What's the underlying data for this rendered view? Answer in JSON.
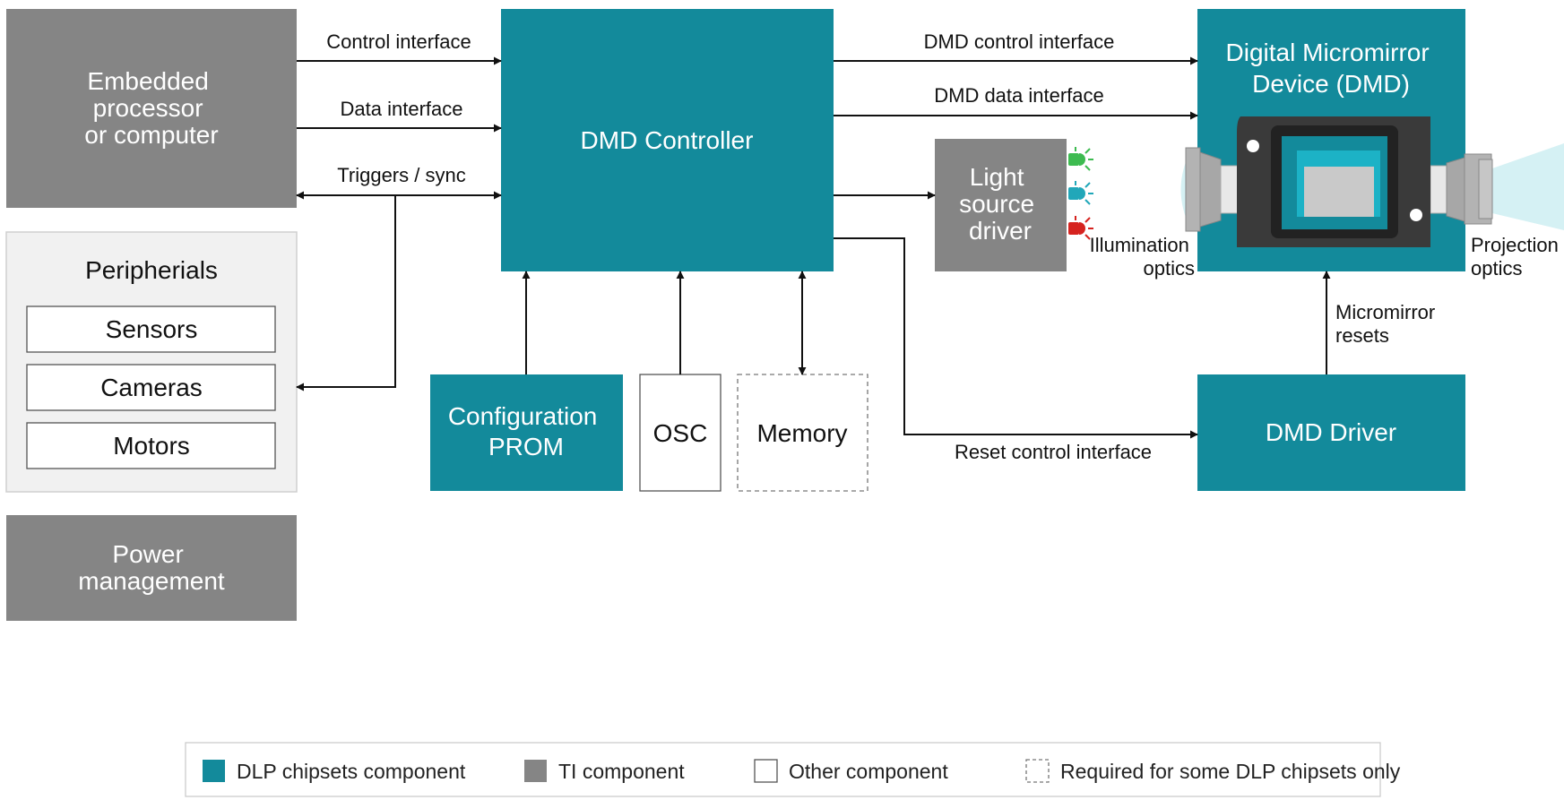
{
  "colors": {
    "dlp": "#138a9b",
    "ti": "#858585",
    "peripheral_bg": "#f1f1f1",
    "beam": "#d5f1f4",
    "led_green": "#3dbb50",
    "led_teal": "#21a7b9",
    "led_red": "#d6231f"
  },
  "blocks": {
    "embedded": [
      "Embedded",
      "processor",
      "or computer"
    ],
    "peripherals_title": "Peripherials",
    "peripherals_items": [
      "Sensors",
      "Cameras",
      "Motors"
    ],
    "power": [
      "Power",
      "management"
    ],
    "controller": "DMD Controller",
    "config_prom": [
      "Configuration",
      "PROM"
    ],
    "osc": "OSC",
    "memory": "Memory",
    "light_source": [
      "Light",
      "source",
      "driver"
    ],
    "dmd": [
      "Digital Micromirror",
      "Device (DMD)"
    ],
    "dmd_driver": "DMD Driver"
  },
  "connections": {
    "control_interface": "Control interface",
    "data_interface": "Data interface",
    "triggers_sync": "Triggers / sync",
    "dmd_control_interface": "DMD control interface",
    "dmd_data_interface": "DMD data interface",
    "reset_control_interface": "Reset control interface",
    "micromirror_resets": [
      "Micromirror",
      "resets"
    ]
  },
  "optics": {
    "illumination": [
      "Illumination",
      "optics"
    ],
    "projection": [
      "Projection",
      "optics"
    ]
  },
  "legend": {
    "items": [
      {
        "label": "DLP chipsets component",
        "kind": "dlp"
      },
      {
        "label": "TI component",
        "kind": "ti"
      },
      {
        "label": "Other component",
        "kind": "other"
      },
      {
        "label": "Required for some DLP chipsets only",
        "kind": "optional"
      }
    ]
  },
  "icons": {
    "leds": [
      "green-led-icon",
      "teal-led-icon",
      "red-led-icon"
    ],
    "dmd_chip": "dmd-chip-icon",
    "illumination_lens": "illumination-lens-icon",
    "projection_lens": "projection-lens-icon"
  }
}
